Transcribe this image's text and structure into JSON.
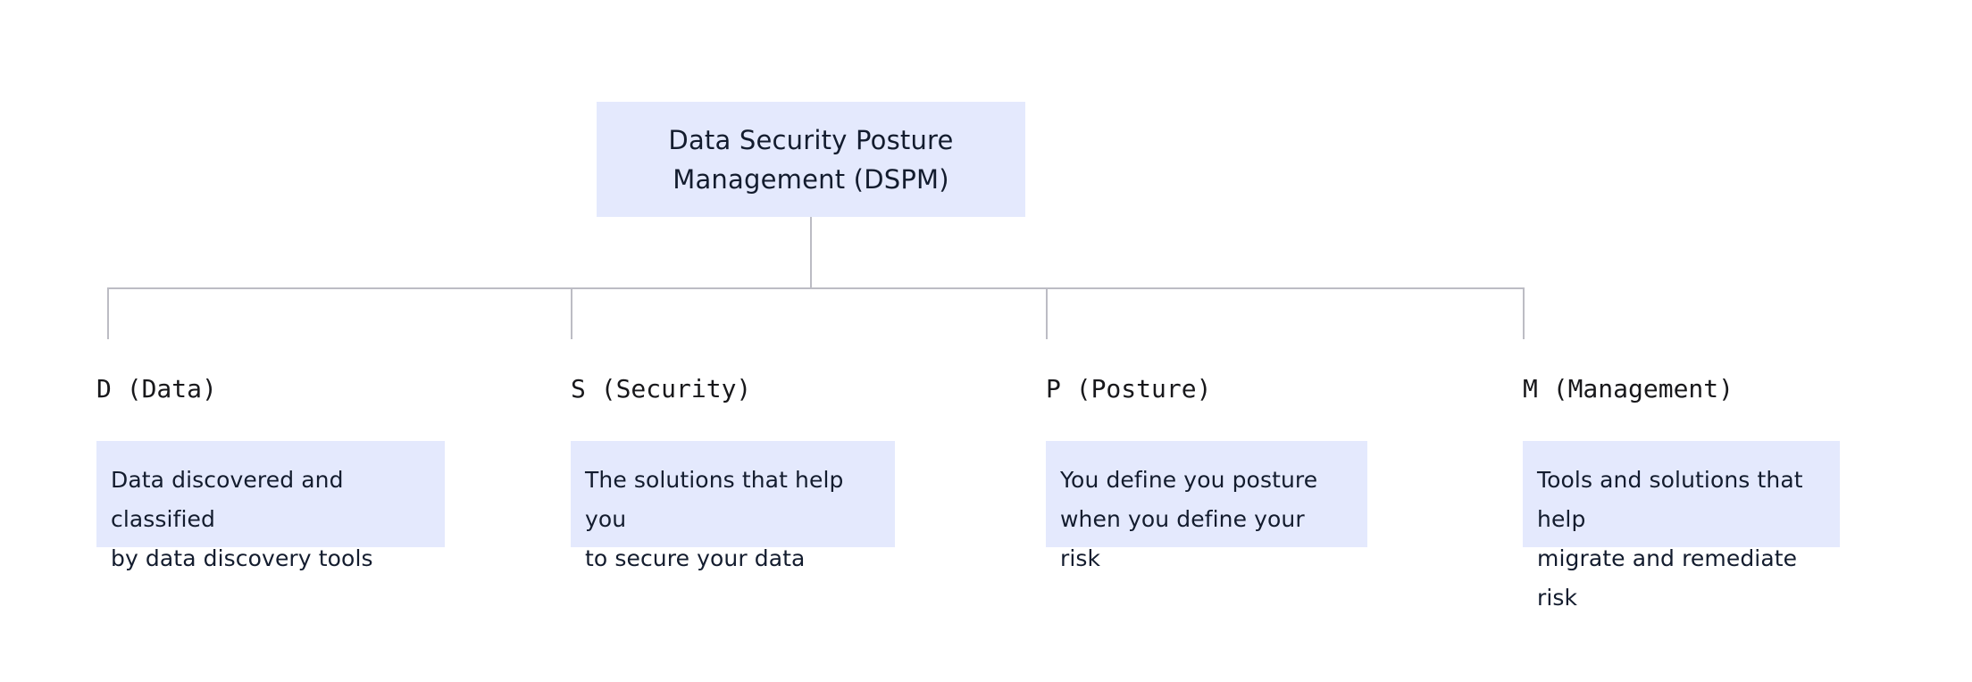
{
  "diagram": {
    "type": "tree",
    "background_color": "#ffffff",
    "node_fill_color": "#e4e9fd",
    "connector_color": "#bcbcc4",
    "text_color": "#131c2e",
    "root": {
      "label": "Data Security Posture\nManagement (DSPM)"
    },
    "branches": [
      {
        "title": "D (Data)",
        "text": "Data discovered and classified\nby data discovery tools"
      },
      {
        "title": "S (Security)",
        "text": "The solutions that help you\nto secure your data"
      },
      {
        "title": "P (Posture)",
        "text": "You define you posture\nwhen you define your risk"
      },
      {
        "title": "M (Management)",
        "text": "Tools and solutions that help\nmigrate and remediate risk"
      }
    ]
  }
}
